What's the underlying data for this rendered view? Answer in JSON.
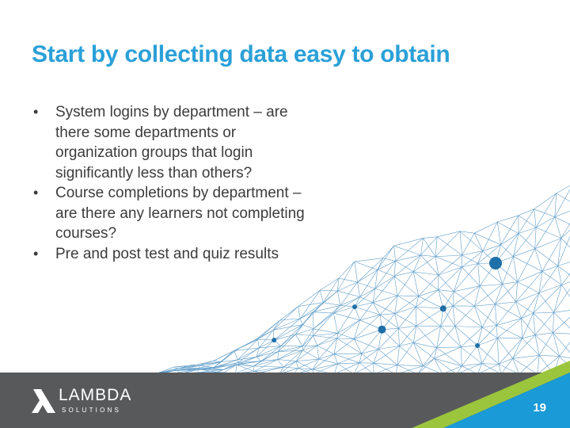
{
  "slide": {
    "title": "Start by collecting data easy to obtain",
    "bullet_marker": "•",
    "bullets": [
      {
        "lines": [
          "System logins by department – are",
          "there some departments or",
          "organization groups that login",
          "significantly less than others?"
        ]
      },
      {
        "lines": [
          "Course completions by department –",
          "are there any learners not completing",
          "courses?"
        ]
      },
      {
        "lines": [
          "Pre and post test and quiz results"
        ]
      }
    ],
    "page_number": "19"
  },
  "logo": {
    "name": "LAMBDA",
    "sub": "SOLUTIONS"
  },
  "colors": {
    "title": "#2aa0d8",
    "text": "#3c3c3c",
    "footer": "#58595b",
    "mesh": "#2f7fb8",
    "accent_blue": "#1a9ad6",
    "accent_green": "#9bc53d"
  },
  "icons": {
    "bullet": "bullet-dot",
    "logo": "lambda-logo-icon"
  }
}
